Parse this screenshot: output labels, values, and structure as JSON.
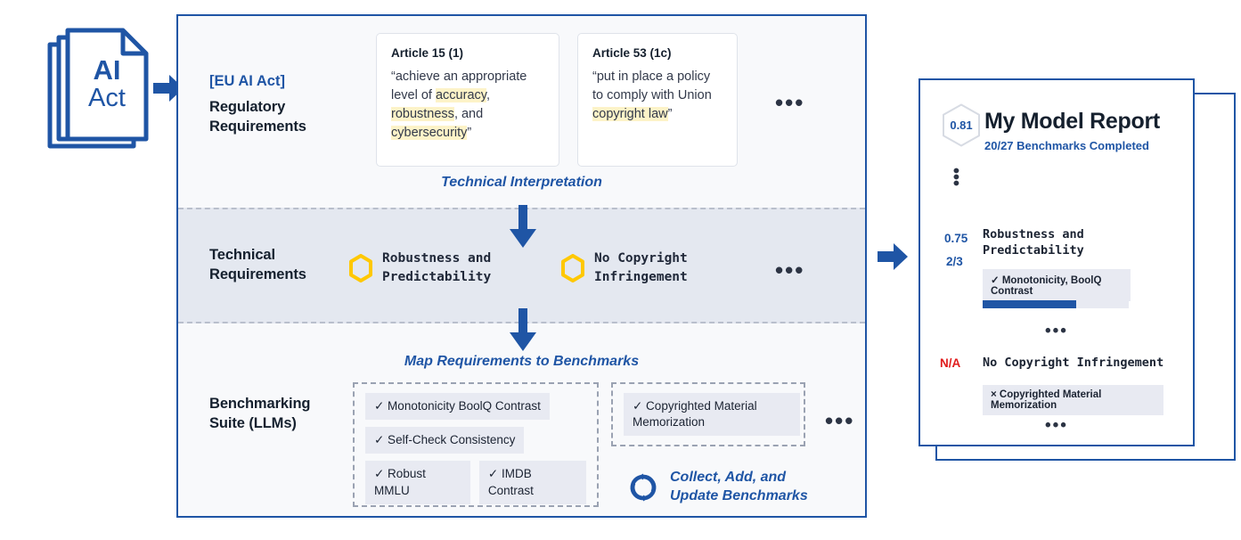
{
  "source_document": {
    "icon": "stacked-documents-icon",
    "line1": "AI",
    "line2": "Act"
  },
  "pipeline": {
    "rows": [
      {
        "tag": "[EU AI Act]",
        "label": "Regulatory\nRequirements",
        "cards": [
          {
            "title": "Article 15 (1)",
            "quote_parts": [
              {
                "text": "“achieve an appropriate level of ",
                "highlight": false
              },
              {
                "text": "accuracy",
                "highlight": true
              },
              {
                "text": ", ",
                "highlight": false
              },
              {
                "text": "robustness",
                "highlight": true
              },
              {
                "text": ", and ",
                "highlight": false
              },
              {
                "text": "cybersecurity",
                "highlight": true
              },
              {
                "text": "”",
                "highlight": false
              }
            ]
          },
          {
            "title": "Article 53 (1c)",
            "quote_parts": [
              {
                "text": "“put in place a policy to comply with Union ",
                "highlight": false
              },
              {
                "text": "copyright law",
                "highlight": true
              },
              {
                "text": "”",
                "highlight": false
              }
            ]
          }
        ],
        "more": "•••"
      },
      {
        "label": "Technical\nRequirements",
        "items": [
          {
            "icon": "hexagon-icon",
            "label": "Robustness and\nPredictability"
          },
          {
            "icon": "hexagon-icon",
            "label": "No Copyright\nInfringement"
          }
        ],
        "more": "•••"
      },
      {
        "label": "Benchmarking\nSuite (LLMs)",
        "groups": [
          {
            "rows": [
              [
                "✓ Monotonicity BoolQ Contrast"
              ],
              [
                "✓ Self-Check Consistency"
              ],
              [
                "✓ Robust MMLU",
                "✓ IMDB Contrast"
              ]
            ]
          },
          {
            "rows": [
              [
                "✓ Copyrighted Material\nMemorization"
              ]
            ]
          }
        ],
        "more": "•••"
      }
    ],
    "step_labels": [
      "Technical Interpretation",
      "Map Requirements to Benchmarks"
    ],
    "collect_note": {
      "icon": "refresh-cycle-icon",
      "text": "Collect, Add, and\nUpdate Benchmarks"
    }
  },
  "report": {
    "score": "0.81",
    "title": "My Model Report",
    "subtitle": "20/27 Benchmarks Completed",
    "vertical_ellipsis": "•••",
    "sections": [
      {
        "score": "0.75",
        "count": "2/3",
        "name": "Robustness and\nPredictability",
        "chip": "✓ Monotonicity, BoolQ Contrast",
        "progress_percent": 64,
        "more": "•••"
      },
      {
        "score": "N/A",
        "score_status": "na",
        "name": "No Copyright Infringement",
        "chip": "× Copyrighted Material Memorization",
        "more": "•••"
      }
    ]
  },
  "colors": {
    "brand_blue": "#1f55a5",
    "hex_yellow": "#ffc800",
    "highlight_yellow": "#fdf3c8",
    "chip_bg": "#e8eaf2",
    "band_tech": "#e4e8f0",
    "band_default": "#f8f9fb",
    "na_red": "#e01c1c"
  }
}
